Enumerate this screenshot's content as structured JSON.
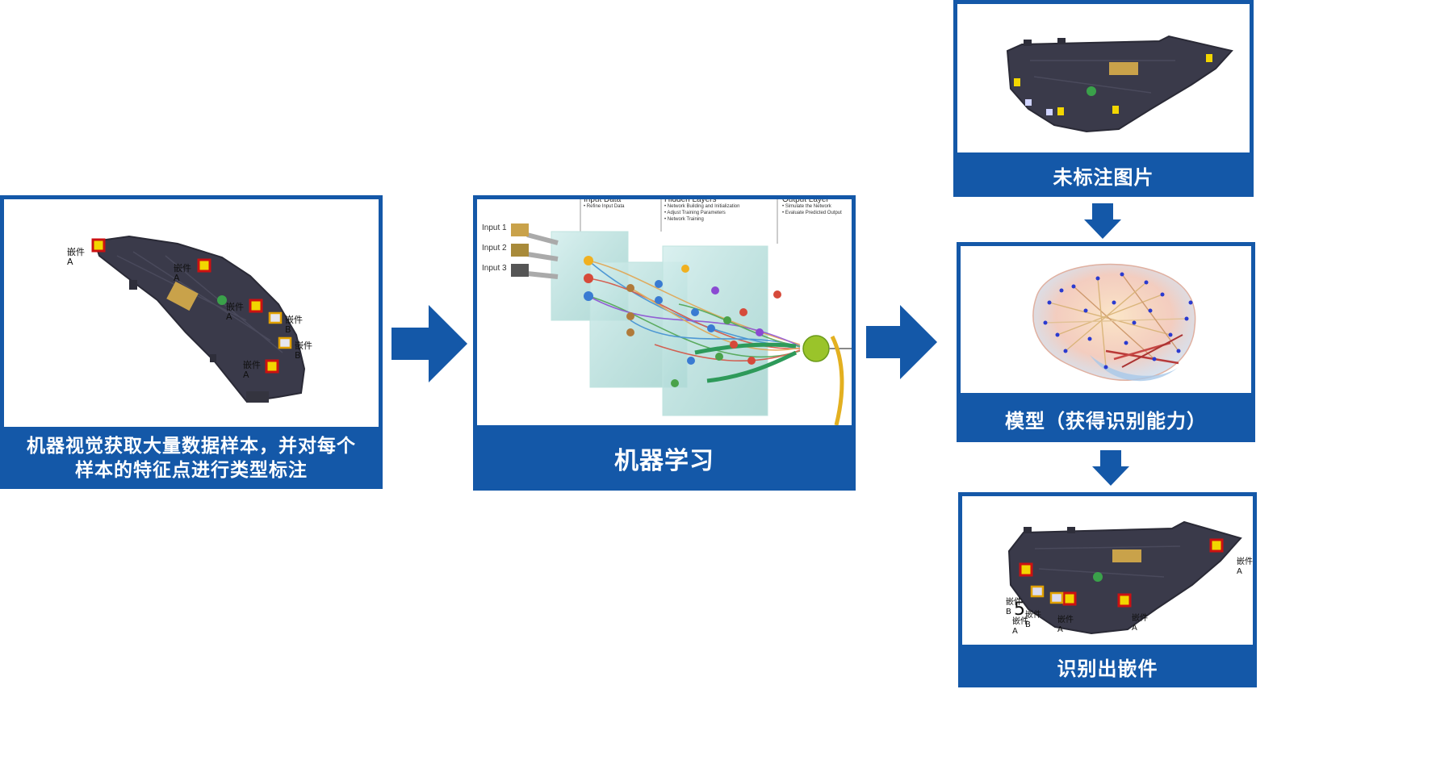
{
  "step1": {
    "caption_line1": "机器视觉获取大量数据样本，并对每个",
    "caption_line2": "样本的特征点进行类型标注",
    "tags": [
      {
        "text": "嵌件\nA"
      },
      {
        "text": "嵌件\nA"
      },
      {
        "text": "嵌件\nA"
      },
      {
        "text": "嵌件\nB"
      },
      {
        "text": "嵌件\nB"
      },
      {
        "text": "嵌件\nA"
      }
    ]
  },
  "step2": {
    "caption": "机器学习",
    "headers": [
      {
        "title": "Input Data",
        "items": [
          "• Refine Input Data"
        ]
      },
      {
        "title": "Hidden Layers",
        "items": [
          "• Network Building and Initialization",
          "• Adjust Training Parameters",
          "• Network Training"
        ]
      },
      {
        "title": "Output Layer",
        "items": [
          "• Simulate the Network",
          "• Evaluate Predicted Output"
        ]
      }
    ],
    "inputs": [
      "Input 1",
      "Input 2",
      "Input 3"
    ]
  },
  "step3": {
    "caption": "未标注图片"
  },
  "step4": {
    "caption": "模型（获得识别能力）"
  },
  "step5": {
    "caption": "识别出嵌件",
    "tags": [
      {
        "text": "嵌件\nA"
      },
      {
        "text": "嵌件\nB"
      },
      {
        "text": "嵌件\nA"
      },
      {
        "text": "嵌件\nB"
      },
      {
        "text": "嵌件\nA"
      },
      {
        "text": "嵌件\nA"
      }
    ],
    "stray_mark": "5"
  },
  "colors": {
    "brand_blue": "#1458a8",
    "part_body": "#3a3a4a",
    "tag_a_border": "#cc1111",
    "tag_b_border": "#e0a000",
    "marker_yellow": "#f2d600"
  }
}
